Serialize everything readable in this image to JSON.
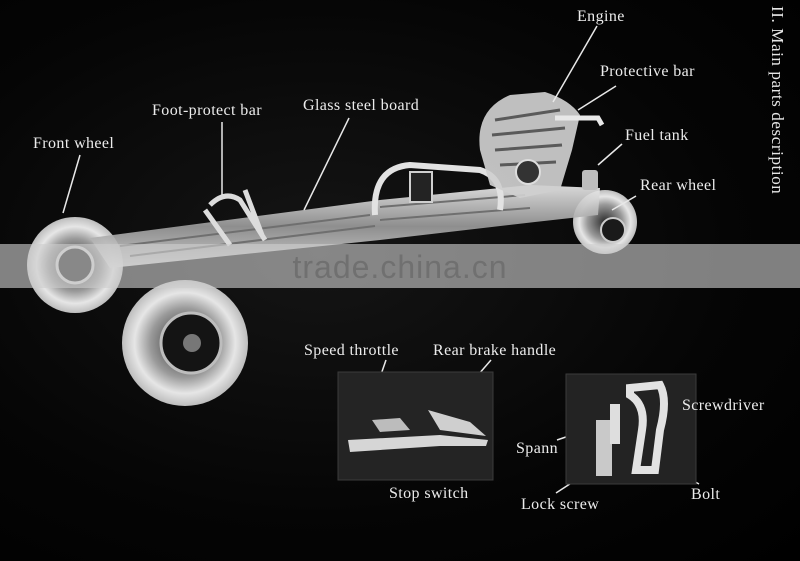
{
  "side_title": "II.  Main parts description",
  "watermark": "trade.china.cn",
  "labels": {
    "engine": "Engine",
    "protective_bar": "Protective bar",
    "fuel_tank": "Fuel tank",
    "rear_wheel": "Rear wheel",
    "front_wheel": "Front wheel",
    "foot_protect_bar": "Foot-protect bar",
    "glass_steel_board": "Glass steel board",
    "speed_throttle": "Speed throttle",
    "rear_brake_handle": "Rear brake handle",
    "stop_switch": "Stop switch",
    "screwdriver": "Screwdriver",
    "spann": "Spann",
    "bolt": "Bolt",
    "lock_screw": "Lock screw"
  },
  "colors": {
    "background": "#000000",
    "label": "#ececec",
    "metal": "#d9d9d9",
    "watermark_band": "#cdcdcd"
  }
}
